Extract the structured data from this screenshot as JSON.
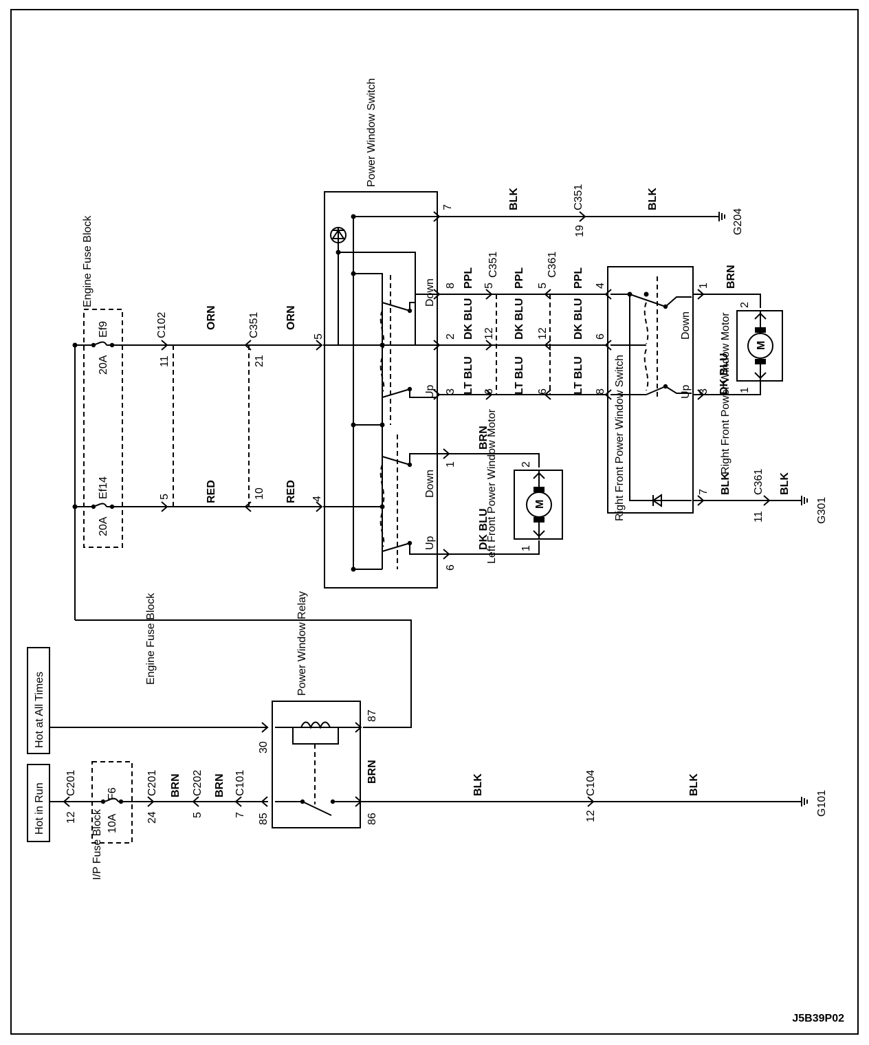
{
  "diagram": {
    "code": "J5B39P02",
    "sources": {
      "hot_at_all_times": "Hot at All Times",
      "hot_in_run": "Hot in Run"
    },
    "fuse_blocks": {
      "engine_top": {
        "name": "Engine Fuse Block",
        "fuses": [
          {
            "id": "Ef9",
            "rating": "20A"
          },
          {
            "id": "Ef14",
            "rating": "20A"
          }
        ]
      },
      "engine_label": "Engine Fuse Block",
      "ip": {
        "name": "I/P Fuse Block",
        "fuse": {
          "id": "F6",
          "rating": "10A"
        }
      }
    },
    "connectors": {
      "c102": "C102",
      "c351": "C351",
      "c361": "C361",
      "c201": "C201",
      "c202": "C202",
      "c101": "C101",
      "c104": "C104"
    },
    "grounds": {
      "g204": "G204",
      "g301": "G301",
      "g101": "G101"
    },
    "components": {
      "main_switch": "Power Window Switch",
      "rf_switch": "Right Front Power Window Switch",
      "lf_motor": "Left Front Power Window Motor",
      "rf_motor": "Right Front Power Window Motor",
      "relay": "Power Window Relay",
      "motor_symbol": "M"
    },
    "switch_positions": {
      "up": "Up",
      "down": "Down"
    },
    "wires": {
      "orn": "ORN",
      "red": "RED",
      "blk": "BLK",
      "ppl": "PPL",
      "dkblu": "DK BLU",
      "ltblu": "LT BLU",
      "brn": "BRN"
    },
    "pins": {
      "p11": "11",
      "p21": "21",
      "p5": "5",
      "p10": "10",
      "p4": "4",
      "p7": "7",
      "p19": "19",
      "p8": "8",
      "p2": "2",
      "p3": "3",
      "p1": "1",
      "p6": "6",
      "p12": "12",
      "p24": "24",
      "p85": "85",
      "p86": "86",
      "p30": "30",
      "p87": "87"
    }
  }
}
